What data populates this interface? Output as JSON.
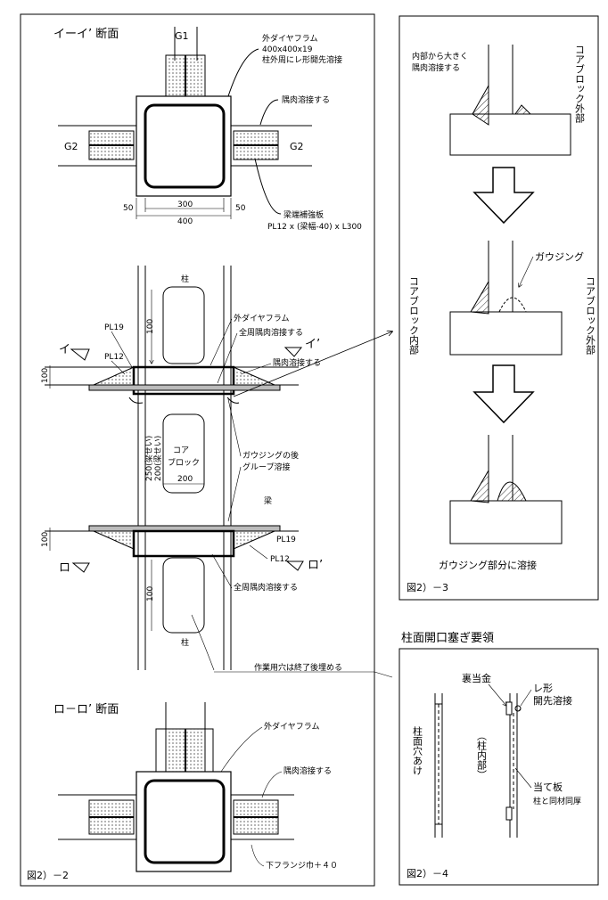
{
  "fig22": {
    "caption": "図2）－2",
    "sec_ii": "イーイ’ 断面",
    "sec_roro": "ロ－ロ’ 断面",
    "g1": "G1",
    "g2_left": "G2",
    "g2_right": "G2",
    "outer_diaphragm_top": "外ダイヤフラム",
    "outer_diaphragm_size": "400x400x19",
    "outer_diaphragm_note": "柱外周にレ形開先溶接",
    "fillet_top": "隅肉溶接する",
    "beam_plate": "梁端補強板",
    "beam_plate_size": "PL12 x (梁幅-40) x L300",
    "dim_50_left": "50",
    "dim_300": "300",
    "dim_400": "400",
    "dim_50_right": "50",
    "column_top": "柱",
    "dim_100_col_top": "100",
    "pl19_left": "PL19",
    "pl12_left": "PL12",
    "mark_i": "イ",
    "mark_i_prime": "イ’",
    "dim_100_left_top": "100",
    "outer_diaphragm_mid": "外ダイヤフラム",
    "full_fillet_top": "全周隅肉溶接する",
    "fillet_mid": "隅肉溶接する",
    "core_block": "コア\nブロック",
    "dim_200": "200",
    "dim_vert_1": "250(梁せい)",
    "dim_vert_2": "200(梁せい)",
    "gouging_note_1": "ガウジングの後",
    "gouging_note_2": "グループ溶接",
    "beam": "梁",
    "dim_100_left_bot": "100",
    "pl19_right": "PL19",
    "pl12_right": "PL12",
    "mark_ro": "ロ",
    "mark_ro_prime": "ロ’",
    "full_fillet_bot": "全周隅肉溶接する",
    "dim_100_col_bot": "100",
    "column_bot": "柱",
    "work_hole_note": "作業用穴は終了後埋める",
    "outer_diaphragm_bot": "外ダイヤフラム",
    "fillet_bot": "隅肉溶接する",
    "flange_width": "下フランジ巾＋４０"
  },
  "fig23": {
    "caption": "図2）－3",
    "note_top_1": "内部から大きく",
    "note_top_2": "隅肉溶接する",
    "core_outside_1": "コアブロック外部",
    "gouging": "ガウジング",
    "core_inside": "コアブロック内部",
    "core_outside_2": "コアブロック外部",
    "final_note": "ガウジング部分に溶接"
  },
  "fig24": {
    "heading": "柱面開口塞ぎ要領",
    "caption": "図2）－4",
    "backing": "裏当金",
    "bevel": "レ形",
    "bevel_weld": "開先溶接",
    "hole_label": "柱面穴あけ",
    "inside_label": "（柱内部）",
    "patch_plate": "当て板",
    "patch_note": "柱と同材同厚"
  }
}
